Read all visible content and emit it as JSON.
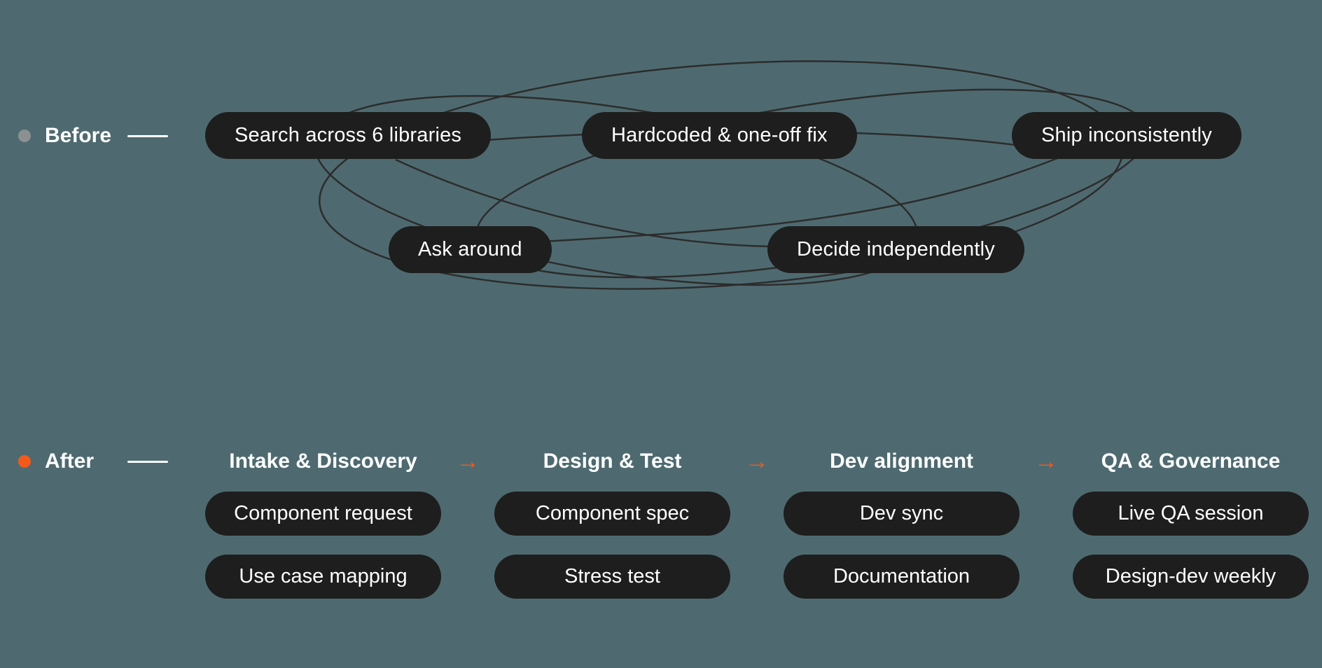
{
  "colors": {
    "background": "#4e6a70",
    "pill_background": "#1e1e1e",
    "text": "#ffffff",
    "accent_orange": "#f2591b",
    "before_dot_gray": "#8b9193",
    "connection_line": "#2c2c2c"
  },
  "before": {
    "label": "Before",
    "nodes": [
      {
        "label": "Search across 6 libraries"
      },
      {
        "label": "Hardcoded & one-off fix"
      },
      {
        "label": "Ship inconsistently"
      },
      {
        "label": "Ask around"
      },
      {
        "label": "Decide independently"
      }
    ]
  },
  "after": {
    "label": "After",
    "arrow": "→",
    "columns": [
      {
        "title": "Intake & Discovery",
        "items": [
          "Component request",
          "Use case mapping"
        ]
      },
      {
        "title": "Design & Test",
        "items": [
          "Component spec",
          "Stress test"
        ]
      },
      {
        "title": "Dev alignment",
        "items": [
          "Dev sync",
          "Documentation"
        ]
      },
      {
        "title": "QA & Governance",
        "items": [
          "Live QA session",
          "Design-dev weekly"
        ]
      }
    ]
  }
}
